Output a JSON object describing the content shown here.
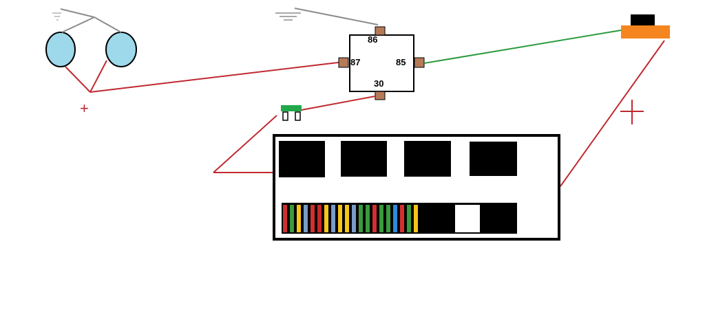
{
  "relay": {
    "pins": {
      "top": "86",
      "left": "87",
      "right": "85",
      "bottom": "30"
    }
  },
  "labels": {
    "plus_left": "+"
  },
  "colors": {
    "positive_wire": "#c0282f",
    "control_wire": "#2a9a3c",
    "ground_wire": "#8c8c8c",
    "lamp_fill": "#9dd9ea",
    "relay_pin": "#b57a57",
    "switch_body": "#f5851f",
    "fuse_green": "#22a84a"
  },
  "fuse_strip_colors": [
    "#d32f2f",
    "#3a9a3c",
    "#f5c518",
    "#7a9bc6",
    "#d32f2f",
    "#c62828",
    "#f5c518",
    "#7a9bc6",
    "#f5c518",
    "#f5c518",
    "#7a9bc6",
    "#3a9a3c",
    "#3a9a3c",
    "#d32f2f",
    "#3a9a3c",
    "#3a9a3c",
    "#2e8bd8",
    "#d32f2f",
    "#3a9a3c",
    "#f5c518"
  ]
}
